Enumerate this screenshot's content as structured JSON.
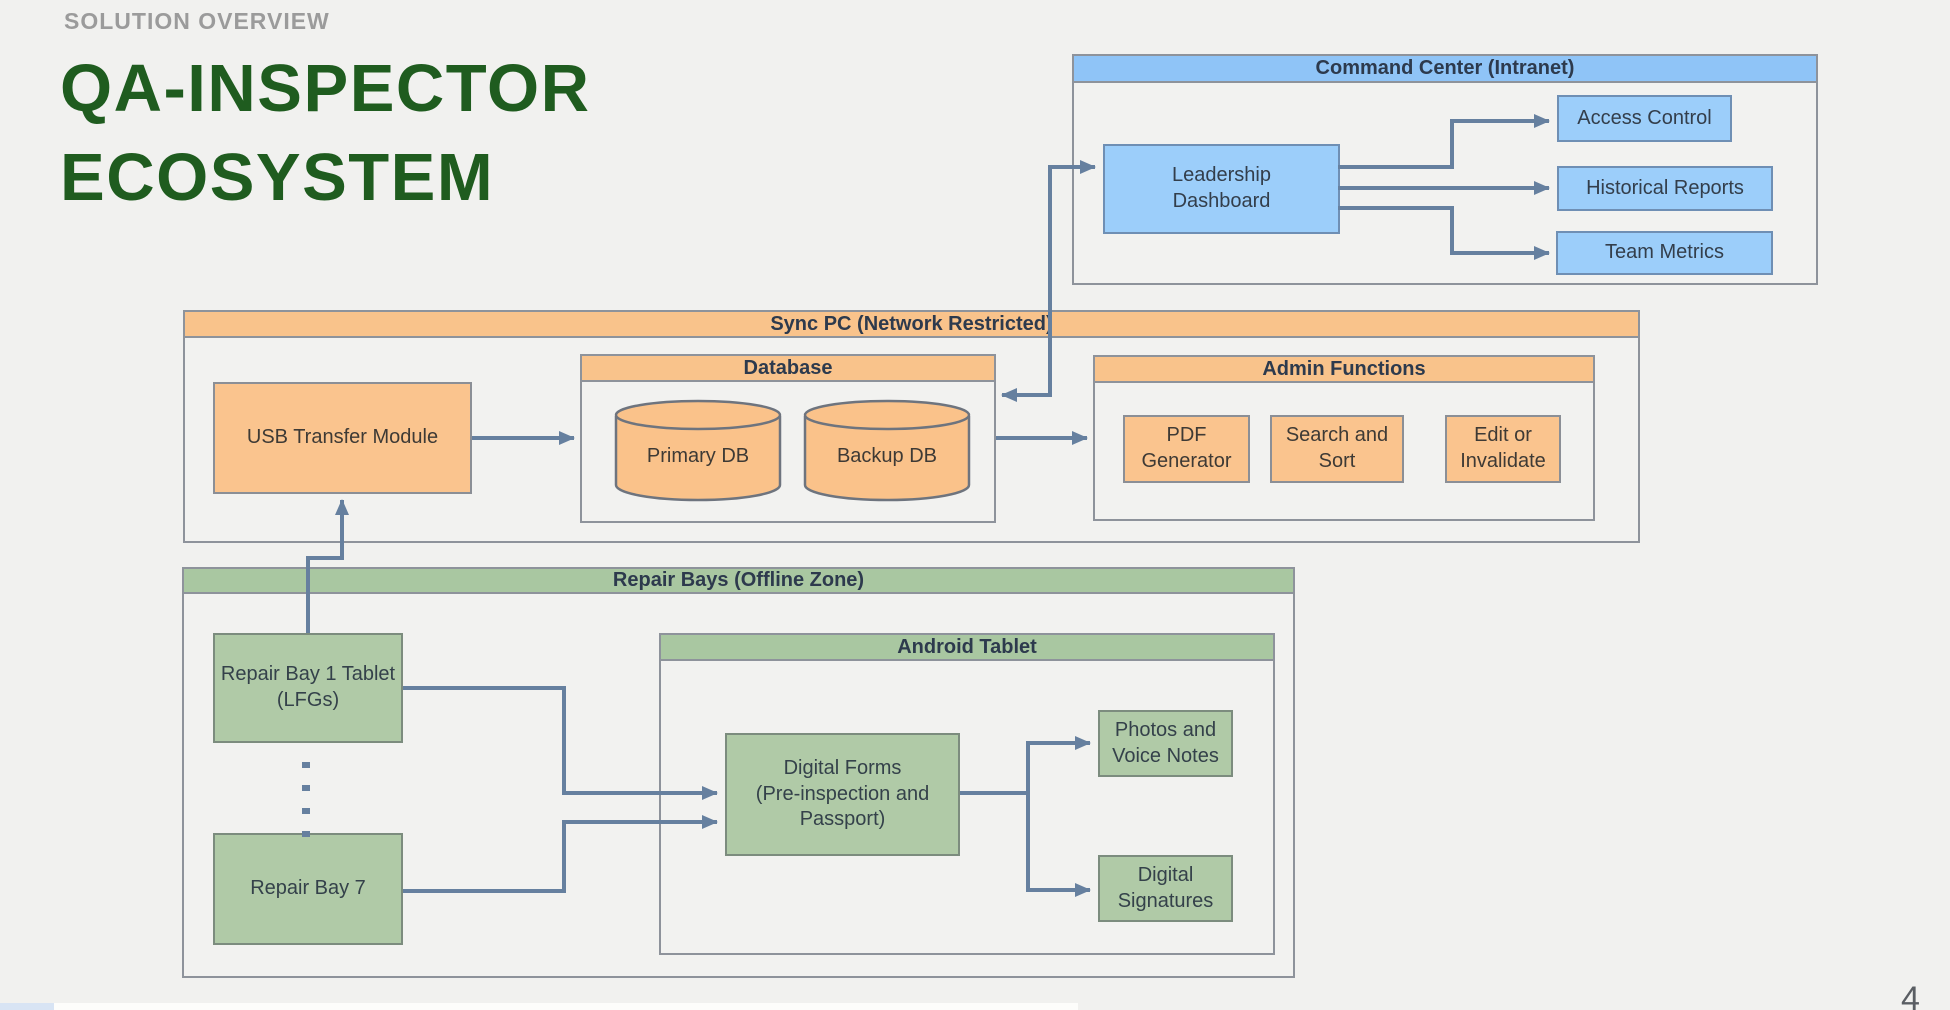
{
  "slide": {
    "eyebrow": "SOLUTION OVERVIEW",
    "title": "QA-INSPECTOR\nECOSYSTEM",
    "page_number": "4"
  },
  "colors": {
    "background": "#F1F1EF",
    "title_green": "#1F5C1F",
    "eyebrow_gray": "#9B9B9B",
    "accent_blue_header": "#8FC4F7",
    "accent_blue_box": "#9CCEFA",
    "accent_orange": "#F9C38B",
    "accent_green_header": "#A9C7A1",
    "accent_green_box": "#B0CAA7",
    "connector": "#66809F",
    "group_border": "#8E939B"
  },
  "diagram": {
    "command_center": {
      "title": "Command Center (Intranet)",
      "leadership_dashboard": "Leadership\nDashboard",
      "access_control": "Access Control",
      "historical_reports": "Historical Reports",
      "team_metrics": "Team Metrics"
    },
    "sync_pc": {
      "title": "Sync PC (Network Restricted)",
      "usb_transfer": "USB Transfer Module",
      "database": {
        "title": "Database",
        "primary": "Primary DB",
        "backup": "Backup DB"
      },
      "admin": {
        "title": "Admin Functions",
        "pdf_generator": "PDF\nGenerator",
        "search_sort": "Search and\nSort",
        "edit_invalidate": "Edit or\nInvalidate"
      }
    },
    "repair_bays": {
      "title": "Repair Bays (Offline Zone)",
      "bay1": "Repair Bay 1 Tablet\n(LFGs)",
      "bay7": "Repair Bay 7",
      "android": {
        "title": "Android Tablet",
        "digital_forms": "Digital Forms\n(Pre-inspection and\nPassport)",
        "photos_voice": "Photos and\nVoice Notes",
        "signatures": "Digital\nSignatures"
      }
    }
  }
}
